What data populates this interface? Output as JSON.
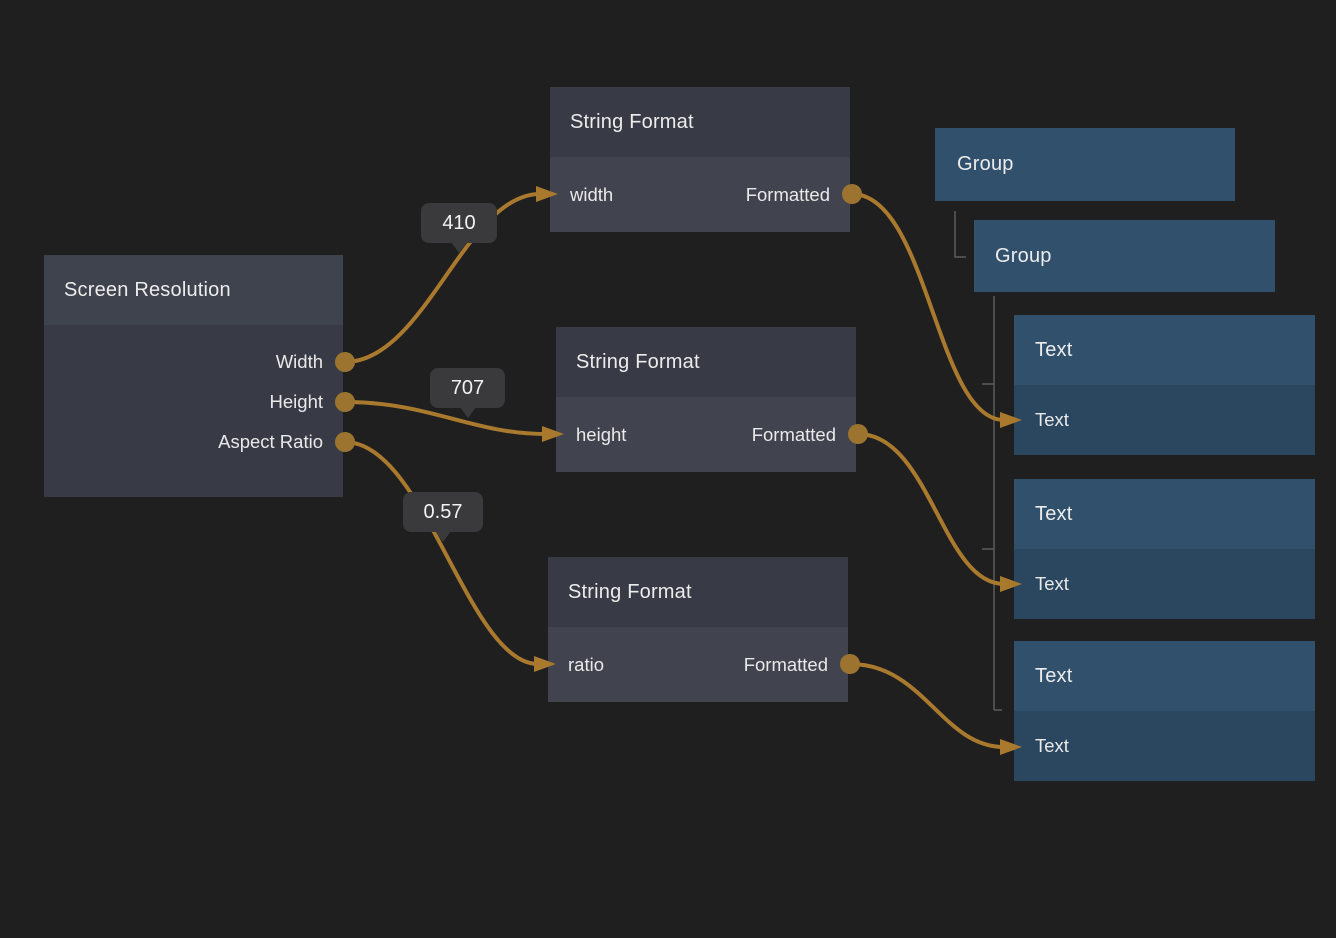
{
  "colors": {
    "background": "#1f1f20",
    "wire": "#a9792e",
    "port": "#9c7430",
    "tree_line": "#5c5c5c",
    "badge_bg": "#3a3a3c",
    "gray_header_light": "#3f434e",
    "gray_dark": "#383b46",
    "gray_body_light": "#41444f",
    "blue_header": "#31506c",
    "blue_body": "#2b4760",
    "label_text": "#ececec"
  },
  "nodes": {
    "screen_resolution": {
      "title": "Screen Resolution",
      "outputs": [
        "Width",
        "Height",
        "Aspect Ratio"
      ]
    },
    "string_format_width": {
      "title": "String Format",
      "input": "width",
      "output": "Formatted"
    },
    "string_format_height": {
      "title": "String Format",
      "input": "height",
      "output": "Formatted"
    },
    "string_format_ratio": {
      "title": "String Format",
      "input": "ratio",
      "output": "Formatted"
    },
    "group_outer": {
      "title": "Group"
    },
    "group_inner": {
      "title": "Group"
    },
    "text_width": {
      "title": "Text",
      "input": "Text"
    },
    "text_height": {
      "title": "Text",
      "input": "Text"
    },
    "text_ratio": {
      "title": "Text",
      "input": "Text"
    }
  },
  "wire_value_badges": [
    {
      "value": "410"
    },
    {
      "value": "707"
    },
    {
      "value": "0.57"
    }
  ]
}
